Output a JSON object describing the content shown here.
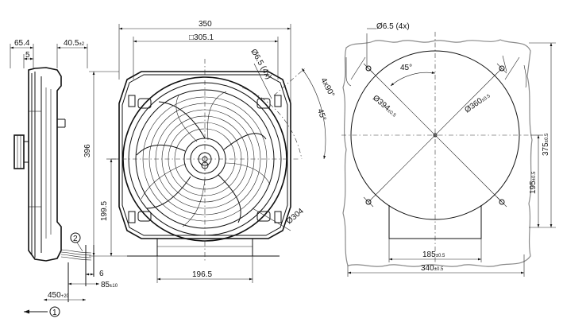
{
  "side_view": {
    "dim_depth": "65.4",
    "dim_offset": "5",
    "dim_flange": "40.5",
    "dim_flange_tol": "±2",
    "balloon_2": "2",
    "dim_cable_gap": "6",
    "dim_cable_len": "85",
    "dim_cable_len_tol": "±10",
    "dim_lead_len": "450",
    "dim_lead_len_tol": "+20",
    "balloon_1": "1"
  },
  "front_view": {
    "dim_width": "350",
    "dim_square": "□305.1",
    "dim_hole": "Ø6.5 (4x)",
    "dim_height": "396",
    "dim_center": "199.5",
    "dim_bottom": "196.5",
    "dim_angle_4x": "4x90°",
    "dim_angle_45": "45°",
    "dim_diameter": "Ø304"
  },
  "cutout_view": {
    "dim_hole": "Ø6.5 (4x)",
    "dim_angle": "45°",
    "dim_dia_394": "Ø394",
    "dim_dia_394_tol": "±0.5",
    "dim_dia_360": "Ø360",
    "dim_dia_360_tol": "±0.5",
    "dim_height": "375",
    "dim_height_tol": "±0.5",
    "dim_half": "195",
    "dim_half_tol": "±0.5",
    "dim_inner": "185",
    "dim_inner_tol": "±0.5",
    "dim_outer": "340",
    "dim_outer_tol": "±0.5"
  }
}
